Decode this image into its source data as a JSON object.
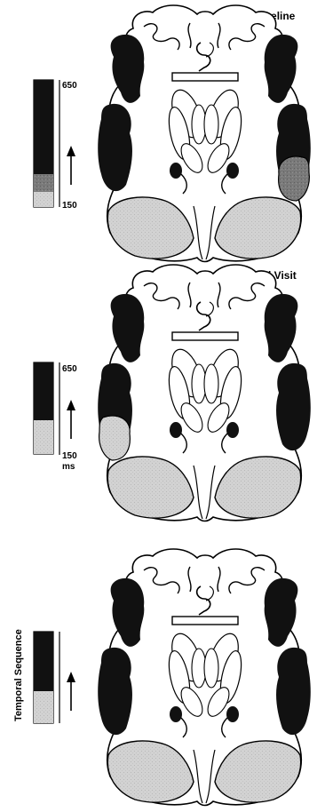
{
  "panels": [
    {
      "title": "Baseline",
      "scale_top": "650",
      "scale_bottom": "150",
      "scale_unit": ""
    },
    {
      "title": "2nd Visit",
      "scale_top": "650",
      "scale_bottom": "150",
      "scale_unit": "ms"
    },
    {
      "title": "",
      "scale_top": "",
      "scale_bottom": "",
      "scale_unit": "",
      "side_label": "Temporal Sequence"
    }
  ],
  "colors": {
    "dark": "#111111",
    "mid": "#7a7a7a",
    "light": "#d2d2d2",
    "line": "#000000"
  }
}
